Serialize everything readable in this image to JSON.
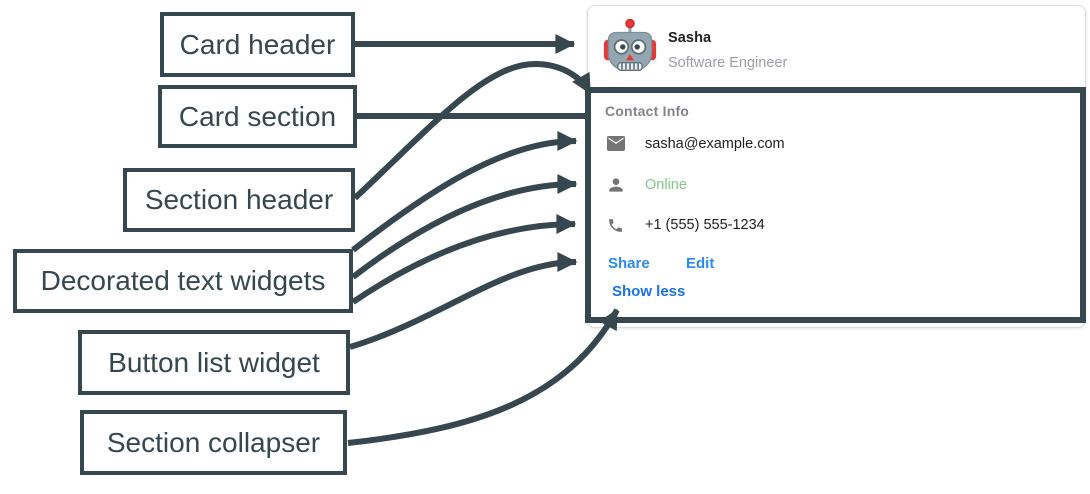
{
  "diagram": {
    "annotation_color": "#37474F",
    "labels": [
      {
        "id": "card-header",
        "text": "Card header"
      },
      {
        "id": "card-section",
        "text": "Card section"
      },
      {
        "id": "section-header",
        "text": "Section header"
      },
      {
        "id": "decorated-text-widgets",
        "text": "Decorated text widgets"
      },
      {
        "id": "button-list-widget",
        "text": "Button list widget"
      },
      {
        "id": "section-collapser",
        "text": "Section collapser"
      }
    ]
  },
  "card": {
    "header": {
      "avatar_icon": "robot-avatar",
      "name": "Sasha",
      "subtitle": "Software Engineer"
    },
    "section": {
      "title": "Contact Info",
      "items": [
        {
          "icon": "email-icon",
          "text": "sasha@example.com"
        },
        {
          "icon": "person-icon",
          "text": "Online",
          "status_color": "#81C784"
        },
        {
          "icon": "phone-icon",
          "text": "+1 (555) 555-1234"
        }
      ],
      "buttons": [
        {
          "label": "Share"
        },
        {
          "label": "Edit"
        }
      ],
      "collapse_label": "Show less"
    }
  },
  "colors": {
    "annotation": "#37474F",
    "card_border": "#DADCE0",
    "body_text": "#202124",
    "muted_text": "#9AA0A6",
    "section_title": "#80868B",
    "icon_gray": "#757575",
    "online_green": "#81C784",
    "button_blue": "#2B8AF0",
    "collapse_blue": "#1A73E8"
  }
}
